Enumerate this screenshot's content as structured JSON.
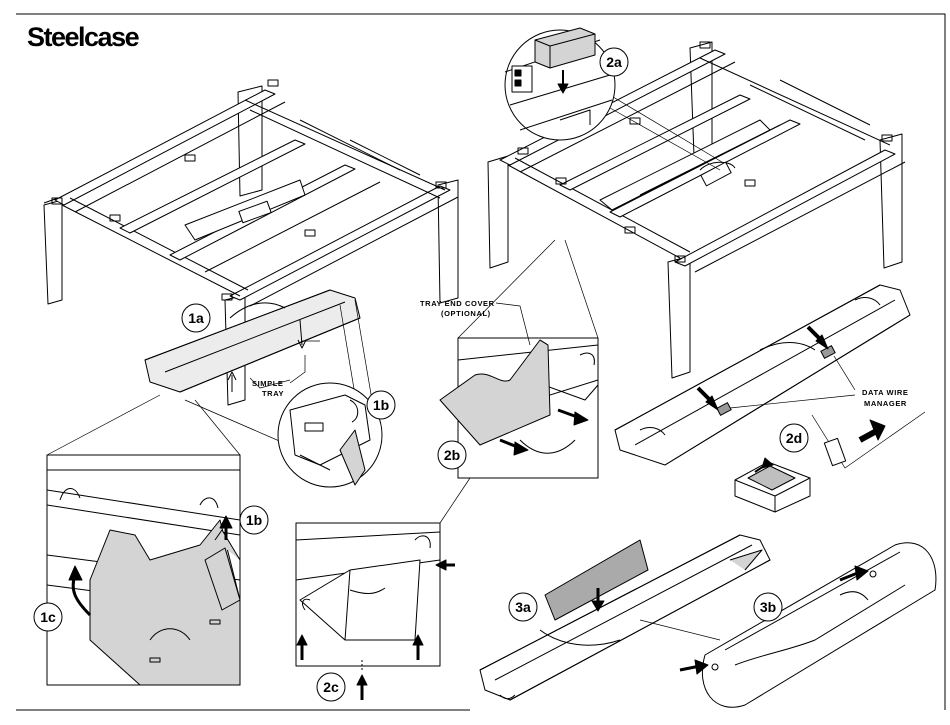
{
  "brand": {
    "name": "Steelcase"
  },
  "steps": {
    "s1a": "1a",
    "s1b": "1b",
    "s1b_detail": "1b",
    "s1c": "1c",
    "s2a": "2a",
    "s2b": "2b",
    "s2c": "2c",
    "s2d": "2d",
    "s3a": "3a",
    "s3b": "3b"
  },
  "callouts": {
    "simple_tray_line1": "SIMPLE",
    "simple_tray_line2": "TRAY",
    "tray_end_cover_line1": "TRAY END COVER",
    "tray_end_cover_line2": "(OPTIONAL)",
    "data_wire_line1": "DATA WIRE",
    "data_wire_line2": "MANAGER"
  },
  "colors": {
    "line": "#000000",
    "tray_fill": "#d4d4d4",
    "paper": "#ffffff"
  }
}
